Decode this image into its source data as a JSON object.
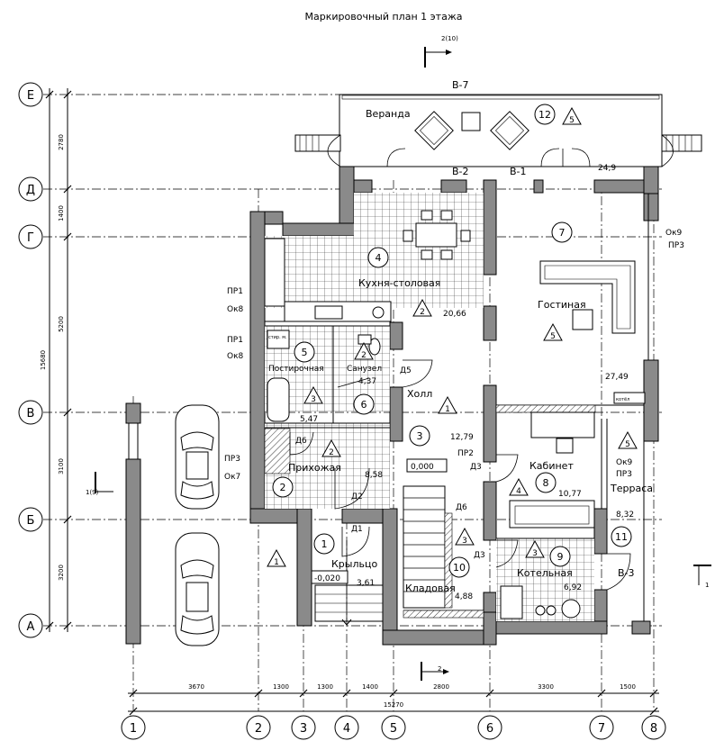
{
  "title": "Маркировочный план 1 этажа",
  "axes": {
    "letters": [
      "Е",
      "Д",
      "Г",
      "В",
      "Б",
      "А"
    ],
    "numbers": [
      "1",
      "2",
      "3",
      "4",
      "5",
      "6",
      "7",
      "8"
    ]
  },
  "dims": {
    "left": [
      "2780",
      "1400",
      "5200",
      "3100",
      "3200"
    ],
    "left_total": "15680",
    "bottom": [
      "3670",
      "1300",
      "1300",
      "1400",
      "2800",
      "3300",
      "1500"
    ],
    "bottom_total": "15270"
  },
  "sections": {
    "top": "2(10)",
    "bottom": "2",
    "right": "1",
    "left": "1(9)"
  },
  "views": {
    "v7": "В-7",
    "v2": "В-2",
    "v1": "В-1",
    "v3": "В-3"
  },
  "rooms": [
    {
      "num": "1",
      "name": "Крыльцо",
      "area": "3,61"
    },
    {
      "num": "2",
      "name": "Прихожая",
      "area": "8,58"
    },
    {
      "num": "3",
      "name": "Холл",
      "area": "12,79"
    },
    {
      "num": "4",
      "name": "Кухня-столовая",
      "area": "20,66"
    },
    {
      "num": "5",
      "name": "Постирочная",
      "area": "5,47"
    },
    {
      "num": "6",
      "name": "Санузел",
      "area": "4,37"
    },
    {
      "num": "7",
      "name": "Гостиная",
      "area": "27,49"
    },
    {
      "num": "8",
      "name": "Кабинет",
      "area": "10,77"
    },
    {
      "num": "9",
      "name": "Котельная",
      "area": "6,92"
    },
    {
      "num": "10",
      "name": "Кладовая",
      "area": "4,88"
    },
    {
      "num": "11",
      "name": "Терраса",
      "area": "8,32"
    },
    {
      "num": "12",
      "name": "Веранда",
      "area": "24,9"
    }
  ],
  "marks": {
    "pr1a": "ПР1",
    "ok8a": "Ок8",
    "pr1b": "ПР1",
    "ok8b": "Ок8",
    "pr3a": "ПР3",
    "ok7": "Ок7",
    "ok9a": "Ок9",
    "pr3b": "ПР3",
    "ok9b": "Ок9",
    "pr3c": "ПР3",
    "pr2": "ПР2",
    "d1": "Д1",
    "d2": "Д2",
    "d3a": "Д3",
    "d3b": "Д3",
    "d5": "Д5",
    "d6a": "Д6",
    "d6b": "Д6"
  },
  "levels": {
    "zero": "0,000",
    "porch": "-0,020"
  },
  "equipment": {
    "washer": "стир. м.",
    "boiler": "котёл"
  },
  "tri": [
    "5",
    "1",
    "2",
    "2",
    "3",
    "2",
    "1",
    "4",
    "5",
    "3",
    "3",
    "5"
  ]
}
